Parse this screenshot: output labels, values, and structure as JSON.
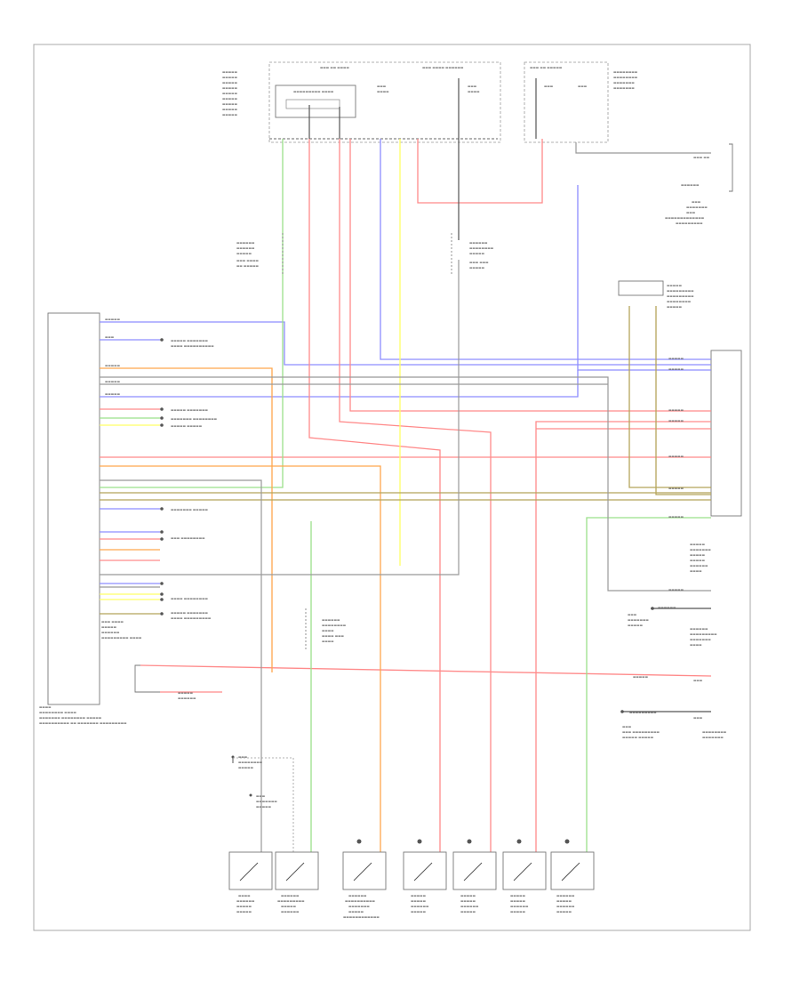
{
  "diagram": {
    "page_label": "",
    "colors": {
      "blue": "#8d8dff",
      "red": "#ff8a8a",
      "green": "#9be08a",
      "yellow": "#ffff66",
      "orange": "#ffa64d",
      "olive": "#b5a55a",
      "gray": "#999999",
      "black": "#555555"
    },
    "icons": [
      "switch-icon",
      "ground-symbol-icon",
      "connector-pin-icon"
    ],
    "switches": [
      {
        "name": "switch-1"
      },
      {
        "name": "switch-2"
      },
      {
        "name": "switch-3"
      },
      {
        "name": "switch-4"
      },
      {
        "name": "switch-5"
      },
      {
        "name": "switch-6"
      },
      {
        "name": "switch-7"
      }
    ]
  }
}
